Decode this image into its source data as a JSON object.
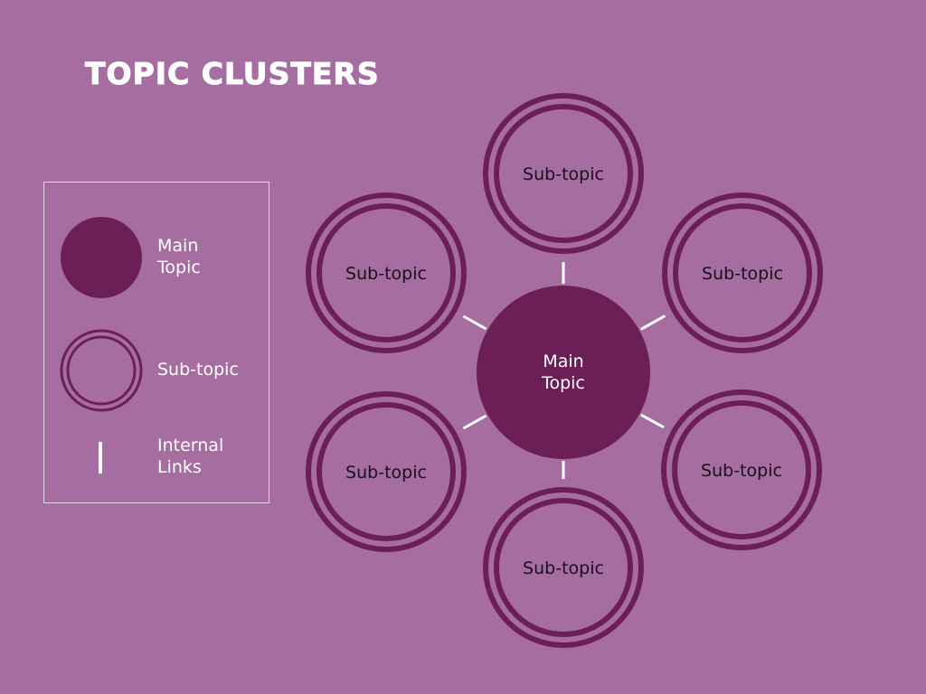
{
  "title": "TOPIC CLUSTERS",
  "colors": {
    "background": "#a66da1",
    "main": "#6c1f55",
    "link": "#ffffff",
    "text_dark": "#1a0f1a",
    "text_light": "#ffffff"
  },
  "legend": {
    "items": [
      {
        "symbol": "filled-circle",
        "label": "Main\nTopic"
      },
      {
        "symbol": "double-ring",
        "label": "Sub-topic"
      },
      {
        "symbol": "line",
        "label": "Internal\nLinks"
      }
    ]
  },
  "diagram": {
    "main_label": [
      "Main",
      "Topic"
    ],
    "subtopics": [
      {
        "label": "Sub-topic"
      },
      {
        "label": "Sub-topic"
      },
      {
        "label": "Sub-topic"
      },
      {
        "label": "Sub-topic"
      },
      {
        "label": "Sub-topic"
      },
      {
        "label": "Sub-topic"
      }
    ]
  }
}
